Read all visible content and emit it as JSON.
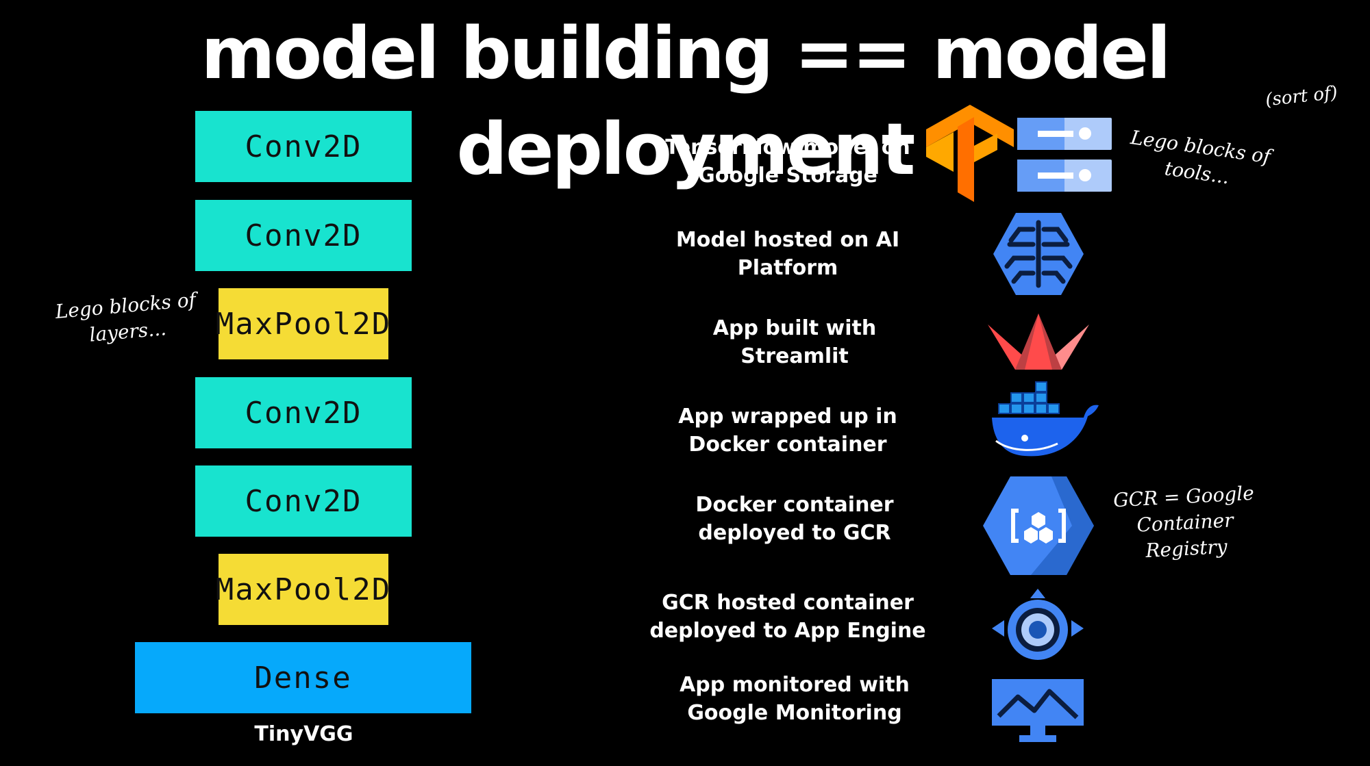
{
  "title": "model building == model deployment",
  "title_note": "(sort of)",
  "notes": {
    "layers": "Lego blocks of\nlayers...",
    "tools": "Lego blocks of\ntools...",
    "gcr": "GCR = Google\nContainer\nRegistry"
  },
  "model": {
    "name": "TinyVGG",
    "layers": [
      {
        "label": "Conv2D",
        "type": "conv"
      },
      {
        "label": "Conv2D",
        "type": "conv"
      },
      {
        "label": "MaxPool2D",
        "type": "pool"
      },
      {
        "label": "Conv2D",
        "type": "conv"
      },
      {
        "label": "Conv2D",
        "type": "conv"
      },
      {
        "label": "MaxPool2D",
        "type": "pool"
      },
      {
        "label": "Dense",
        "type": "dense"
      }
    ]
  },
  "steps": [
    {
      "label": "TensorFlow model on\nGoogle Storage",
      "icons": [
        "tensorflow-logo",
        "cloud-storage-icon"
      ]
    },
    {
      "label": "Model hosted on AI\nPlatform",
      "icons": [
        "ai-platform-icon"
      ]
    },
    {
      "label": "App built with\nStreamlit",
      "icons": [
        "streamlit-logo"
      ]
    },
    {
      "label": "App wrapped up in\nDocker container",
      "icons": [
        "docker-logo"
      ]
    },
    {
      "label": "Docker container\ndeployed to GCR",
      "icons": [
        "container-registry-icon"
      ]
    },
    {
      "label": "GCR hosted container\ndeployed to App Engine",
      "icons": [
        "app-engine-icon"
      ]
    },
    {
      "label": "App monitored with\nGoogle Monitoring",
      "icons": [
        "monitoring-icon"
      ]
    }
  ],
  "colors": {
    "conv": "#18e3cf",
    "pool": "#f5dc35",
    "dense": "#06a9fb",
    "google_blue": "#4285f4",
    "google_blue_dark": "#1a56b6",
    "tf_orange": "#ff8f00",
    "streamlit_red": "#ff4b4b",
    "docker_blue": "#1d63ed"
  }
}
